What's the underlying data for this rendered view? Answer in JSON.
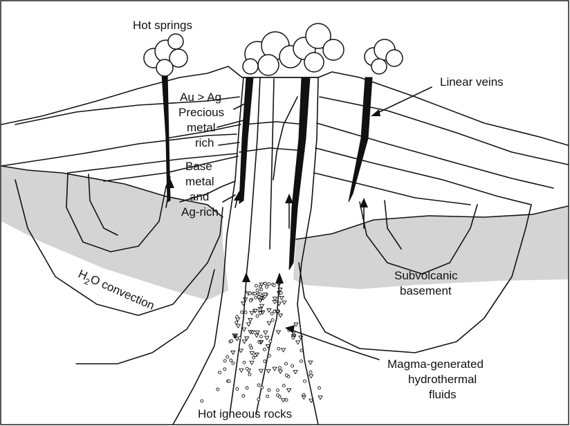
{
  "labels": {
    "hot_springs": "Hot springs",
    "au_ag": "Au > Ag",
    "precious": "Precious",
    "metal": "metal",
    "rich": "rich",
    "base": "Base",
    "metal2": "metal",
    "and": "and",
    "ag_rich": "Ag-rich",
    "linear_veins": "Linear veins",
    "h": "H",
    "sub2": "2",
    "o_convection": "O convection",
    "subvolcanic": "Subvolcanic",
    "basement": "basement",
    "magma": "Magma-generated",
    "hydrothermal": "hydrothermal",
    "fluids": "fluids",
    "hot_igneous": "Hot igneous rocks"
  },
  "colors": {
    "basement_fill": "#d4d4d4",
    "ink": "#111111",
    "background": "#ffffff"
  }
}
